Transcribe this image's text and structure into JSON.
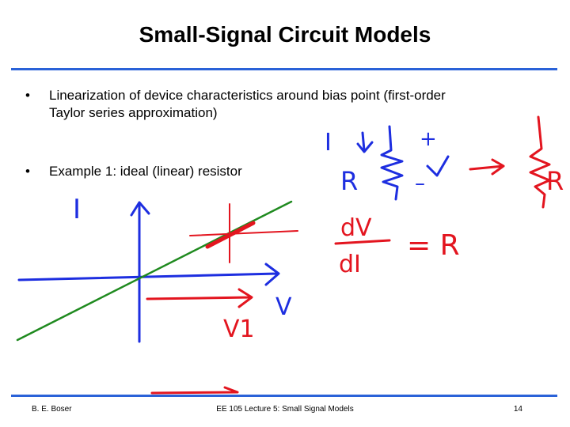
{
  "slide": {
    "title": "Small-Signal Circuit Models",
    "bullets": [
      "Linearization of device characteristics around bias point (first-order Taylor series approximation)",
      "Example 1: ideal (linear) resistor"
    ],
    "bullet_glyph": "•"
  },
  "annotations": {
    "graph_y_label": "I",
    "graph_x_label": "V",
    "bias_label": "V1",
    "resistor_current": "I",
    "resistor_name": "R",
    "plus_sign": "+",
    "minus_sign": "–",
    "arrow_target": "R",
    "derivative_numerator": "dV",
    "derivative_denominator": "dI",
    "derivative_result": "= R"
  },
  "footer": {
    "author": "B. E. Boser",
    "course": "EE 105 Lecture 5: Small Signal Models",
    "page": "14"
  },
  "colors": {
    "title_rule": "#2a62d8",
    "ink_red": "#e3151f",
    "ink_blue": "#1d2ee0",
    "ink_green": "#1f8a1f"
  }
}
